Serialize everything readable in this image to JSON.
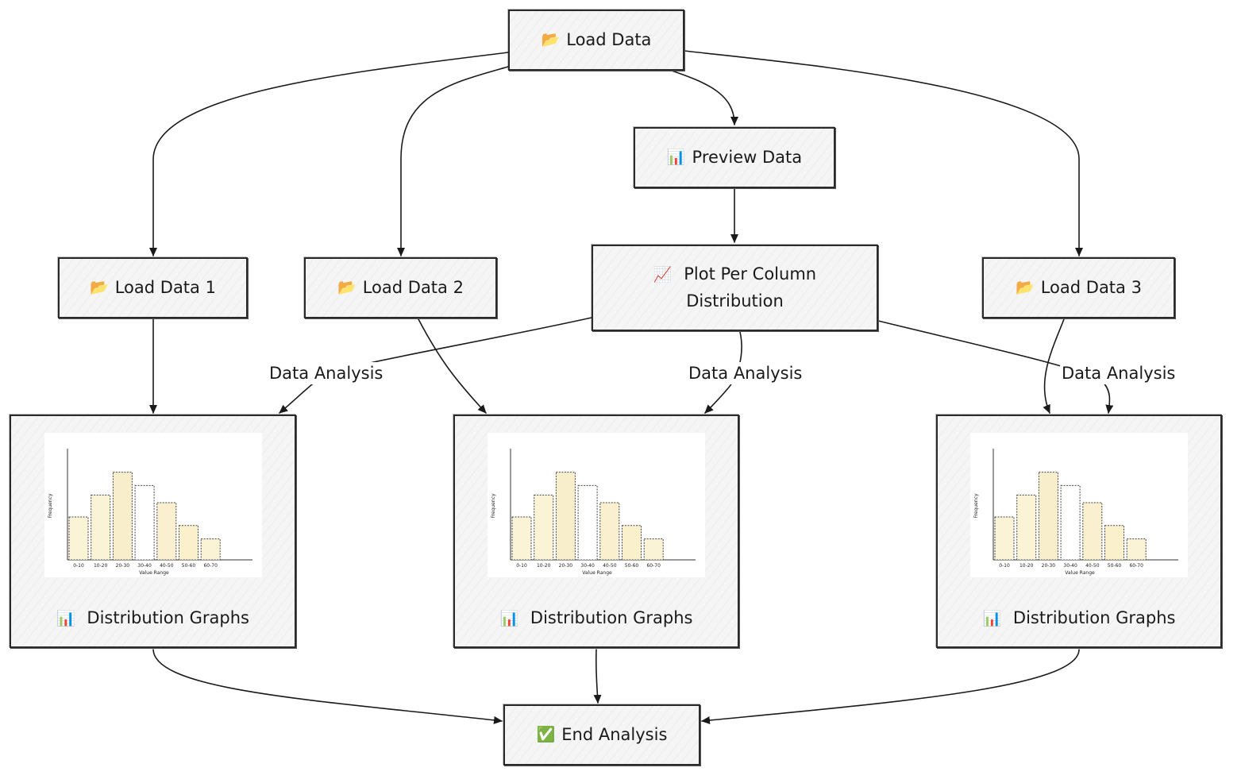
{
  "nodes": {
    "load_data": {
      "icon": "📂",
      "icon_name": "folder-icon",
      "label": "Load Data"
    },
    "preview_data": {
      "icon": "📊",
      "icon_name": "bar-chart-icon",
      "label": "Preview Data"
    },
    "plot_per_column": {
      "icon": "📈",
      "icon_name": "line-chart-icon",
      "label_line1": "Plot Per Column",
      "label_line2": "Distribution"
    },
    "load_data_1": {
      "icon": "📂",
      "icon_name": "folder-icon",
      "label": "Load Data 1"
    },
    "load_data_2": {
      "icon": "📂",
      "icon_name": "folder-icon",
      "label": "Load Data 2"
    },
    "load_data_3": {
      "icon": "📂",
      "icon_name": "folder-icon",
      "label": "Load Data 3"
    },
    "distribution_graphs": [
      {
        "icon": "📊",
        "icon_name": "bar-chart-icon",
        "label": "Distribution Graphs"
      },
      {
        "icon": "📊",
        "icon_name": "bar-chart-icon",
        "label": "Distribution Graphs"
      },
      {
        "icon": "📊",
        "icon_name": "bar-chart-icon",
        "label": "Distribution Graphs"
      }
    ],
    "end_analysis": {
      "icon": "✅",
      "icon_name": "check-icon",
      "label": "End Analysis"
    }
  },
  "edge_labels": [
    "Data Analysis",
    "Data Analysis",
    "Data Analysis"
  ],
  "histogram": {
    "xlabel": "Value Range",
    "ylabel": "Frequency",
    "categories": [
      "0-10",
      "10-20",
      "20-30",
      "30-40",
      "40-50",
      "50-60",
      "60-70"
    ],
    "values": [
      45,
      68,
      92,
      78,
      60,
      36,
      22
    ],
    "bar_fills": [
      "#fbf3d6",
      "#fbf3d6",
      "#f8eecb",
      "#ffffff",
      "#faf0d0",
      "#fbf0cc",
      "#fbf3d6"
    ]
  },
  "colors": {
    "stroke": "#1a1a1a",
    "node_fill": "#f5f5f5"
  }
}
